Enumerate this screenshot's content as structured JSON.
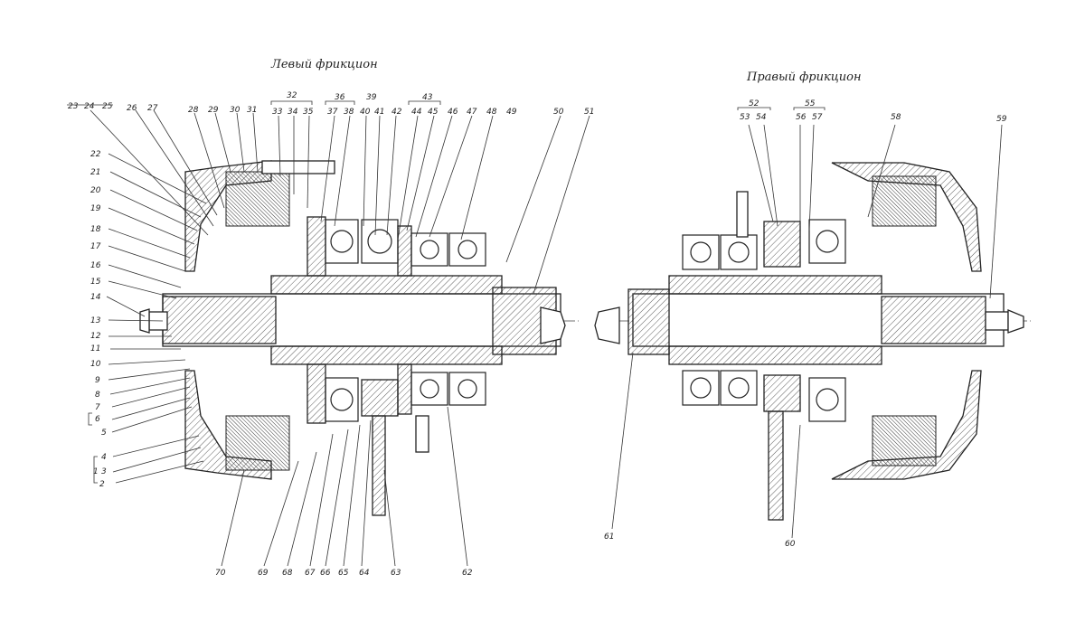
{
  "titles": {
    "left": "Левый фрикцион",
    "right": "Правый фрикцион"
  },
  "labels": {
    "l1": "1",
    "l2": "2",
    "l3": "3",
    "l4": "4",
    "l5": "5",
    "l6": "6",
    "l7": "7",
    "l8": "8",
    "l9": "9",
    "l10": "10",
    "l11": "11",
    "l12": "12",
    "l13": "13",
    "l14": "14",
    "l15": "15",
    "l16": "16",
    "l17": "17",
    "l18": "18",
    "l19": "19",
    "l20": "20",
    "l21": "21",
    "l22": "22",
    "l23": "23",
    "l24": "24",
    "l25": "25",
    "l26": "26",
    "l27": "27",
    "l28": "28",
    "l29": "29",
    "l30": "30",
    "l31": "31",
    "l32": "32",
    "l33": "33",
    "l34": "34",
    "l35": "35",
    "l36": "36",
    "l37": "37",
    "l38": "38",
    "l39": "39",
    "l40": "40",
    "l41": "41",
    "l42": "42",
    "l43": "43",
    "l44": "44",
    "l45": "45",
    "l46": "46",
    "l47": "47",
    "l48": "48",
    "l49": "49",
    "l50": "50",
    "l51": "51",
    "l52": "52",
    "l53": "53",
    "l54": "54",
    "l55": "55",
    "l56": "56",
    "l57": "57",
    "l58": "58",
    "l59": "59",
    "l60": "60",
    "l61": "61",
    "l62": "62",
    "l63": "63",
    "l64": "64",
    "l65": "65",
    "l66": "66",
    "l67": "67",
    "l68": "68",
    "l69": "69",
    "l70": "70"
  }
}
